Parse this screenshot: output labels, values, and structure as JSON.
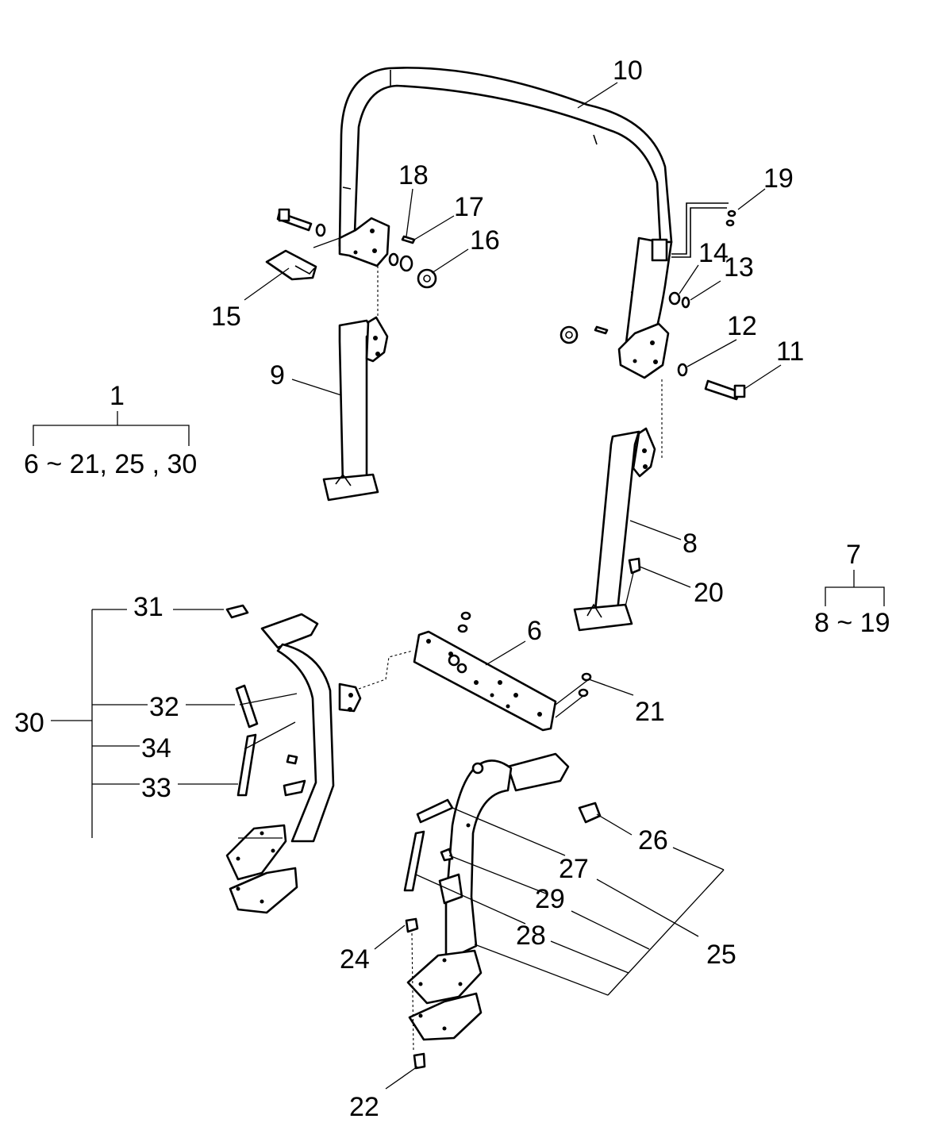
{
  "callouts": {
    "p1": "1",
    "p6": "6",
    "p7": "7",
    "p8": "8",
    "p9": "9",
    "p10": "10",
    "p11": "11",
    "p12": "12",
    "p13": "13",
    "p14": "14",
    "p15": "15",
    "p16": "16",
    "p17": "17",
    "p18": "18",
    "p19": "19",
    "p20": "20",
    "p21": "21",
    "p22": "22",
    "p24": "24",
    "p25": "25",
    "p26": "26",
    "p27": "27",
    "p28": "28",
    "p29": "29",
    "p30": "30",
    "p31": "31",
    "p32": "32",
    "p33": "33",
    "p34": "34"
  },
  "groups": {
    "assembly_1_range": "6 ~ 21, 25 , 30",
    "assembly_7_range": "8 ~ 19"
  }
}
